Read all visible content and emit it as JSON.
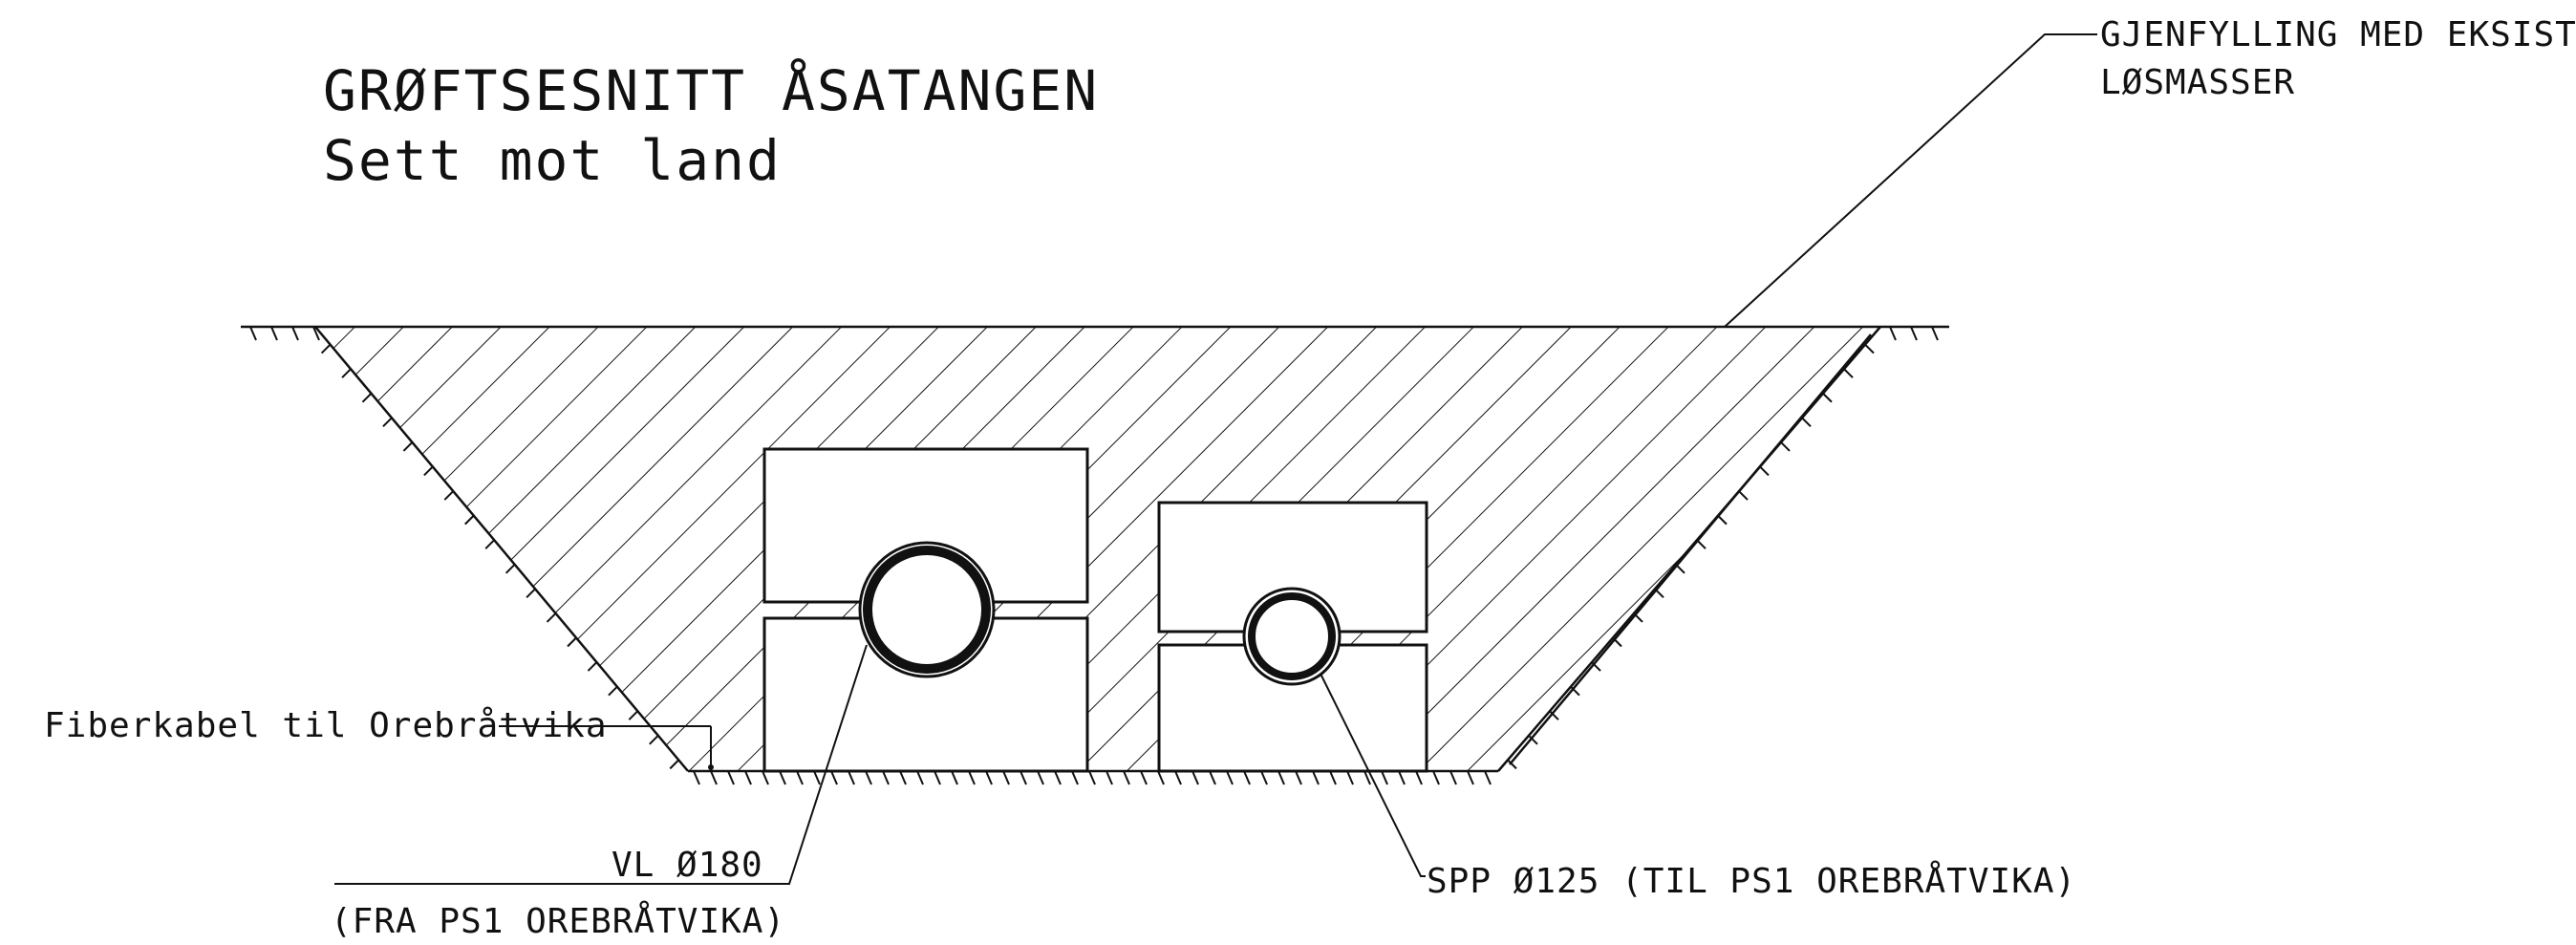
{
  "title": {
    "main": "GRØFTSESNITT ÅSATANGEN",
    "sub": "Sett mot land"
  },
  "labels": {
    "backfill_line1": "GJENFYLLING MED EKSIST.",
    "backfill_line2": "LØSMASSER",
    "fiber": "Fiberkabel til Orebråtvika",
    "vl_line1": "VL Ø180",
    "vl_line2": "(FRA PS1 OREBRÅTVIKA)",
    "spp": "SPP Ø125 (TIL PS1 OREBRÅTVIKA)"
  },
  "colors": {
    "line": "#111111",
    "background": "#ffffff"
  }
}
